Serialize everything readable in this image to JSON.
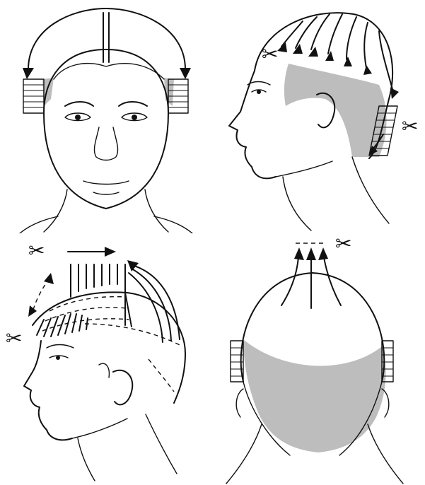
{
  "figure": {
    "panels": [
      {
        "name": "front-view",
        "icons": [
          "curved-double-arrow-icon",
          "center-part-line-icon"
        ]
      },
      {
        "name": "side-view",
        "icons": [
          "scissors-icon",
          "radiating-arrows-icon"
        ]
      },
      {
        "name": "cutting-view",
        "icons": [
          "scissors-icon",
          "scissors-icon",
          "right-arrow-icon",
          "double-arrow-icon"
        ]
      },
      {
        "name": "back-view",
        "icons": [
          "scissors-icon",
          "upward-arrows-icon"
        ]
      }
    ],
    "glyphs": {
      "scissors": "✂"
    },
    "colors": {
      "ink": "#111111",
      "shade": "#bdbdbd",
      "background": "#ffffff"
    }
  }
}
